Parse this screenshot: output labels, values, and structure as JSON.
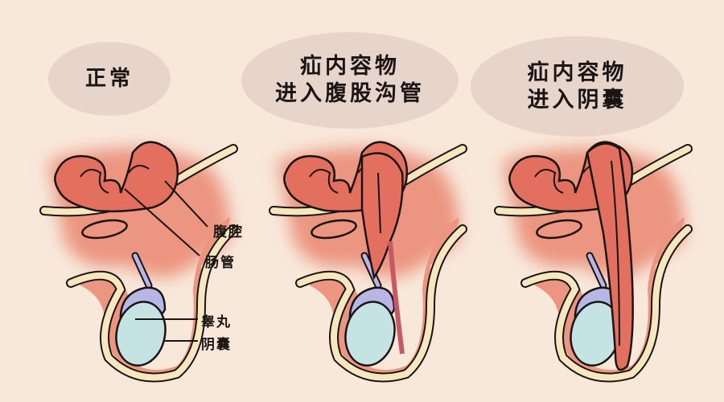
{
  "panels": [
    {
      "id": "normal",
      "title_lines": [
        "正常"
      ]
    },
    {
      "id": "inguinal",
      "title_lines": [
        "疝内容物",
        "进入腹股沟管"
      ]
    },
    {
      "id": "scrotal",
      "title_lines": [
        "疝内容物",
        "进入阴囊"
      ]
    }
  ],
  "labels": {
    "abdominal_cavity": "腹腔",
    "intestine": "肠管",
    "testis": "睾丸",
    "scrotum": "阴囊"
  },
  "colors": {
    "background": "#f8e8da",
    "bubble": "#e7d5cb",
    "tissue": "#ec9580",
    "intestine": "#e3705e",
    "sac": "#c65a64",
    "membrane": "#f6e7bf",
    "testis": "#c6e3e3",
    "epididymis": "#b7b7e6",
    "outline": "#1a1414"
  }
}
